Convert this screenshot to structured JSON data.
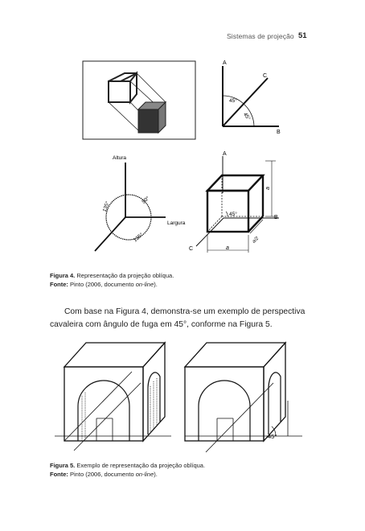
{
  "header": {
    "title": "Sistemas de projeção",
    "page_number": "51"
  },
  "figure4": {
    "labels": {
      "a_top": "A",
      "c_top": "C",
      "b_top": "B",
      "angle1": "45°",
      "angle2": "45°",
      "altura": "Altura",
      "largura": "Largura",
      "angle_90": "90°",
      "angle_135_left": "135°",
      "angle_135_bottom": "135°",
      "a_cube": "A",
      "b_cube": "B",
      "c_cube": "C",
      "angle_cube": "45°",
      "side_a_right": "a",
      "side_a_bottom": "a",
      "side_a2": "a/2"
    },
    "caption_label": "Figura 4.",
    "caption_text": "Representação da projeção oblíqua.",
    "source_label": "Fonte:",
    "source_text": "Pinto (2006, documento",
    "source_italic": "on-line",
    "source_end": ")."
  },
  "body": {
    "paragraph": "Com base na Figura 4, demonstra-se um exemplo de perspectiva cavaleira com ângulo de fuga em 45°, conforme na Figura 5."
  },
  "figure5": {
    "angle_label": "45°",
    "caption_label": "Figura 5.",
    "caption_text": "Exemplo de representação da projeção oblíqua.",
    "source_label": "Fonte:",
    "source_text": "Pinto (2006, documento",
    "source_italic": "on-line",
    "source_end": ")."
  }
}
